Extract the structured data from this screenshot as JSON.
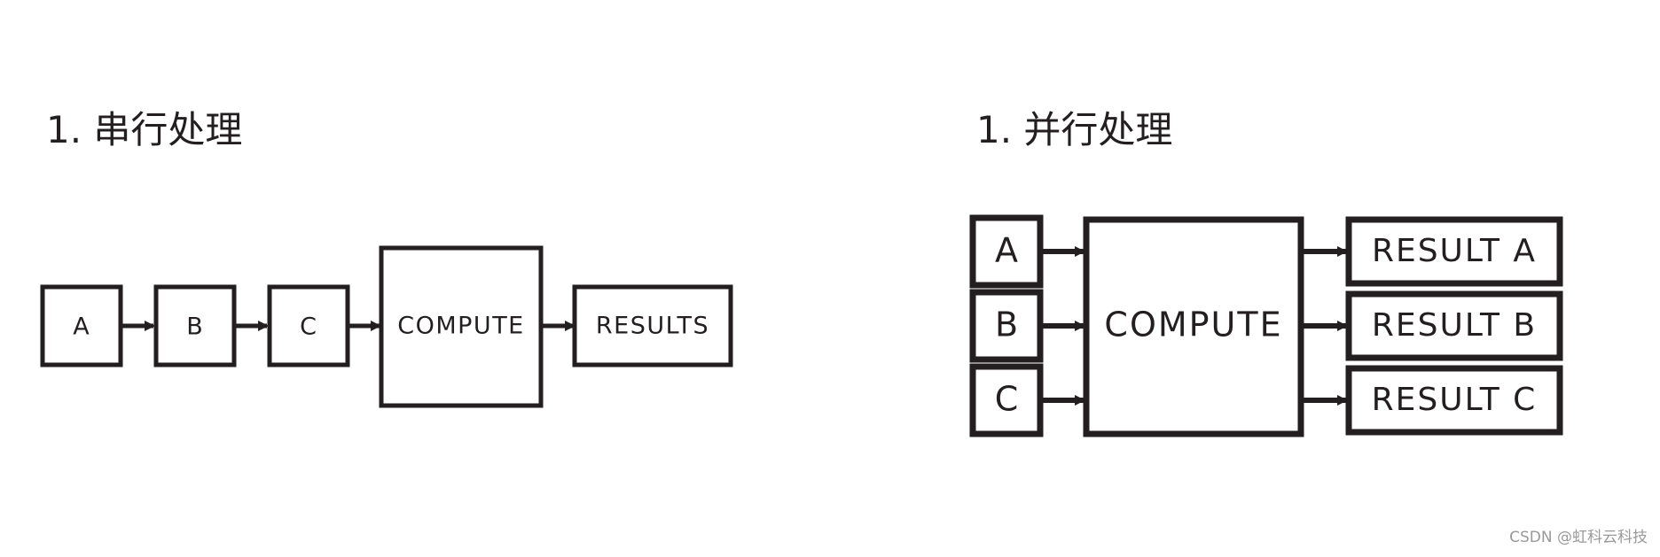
{
  "serial": {
    "heading": "1. 串行处理",
    "inputs": [
      "A",
      "B",
      "C"
    ],
    "compute": "COMPUTE",
    "output": "RESULTS"
  },
  "parallel": {
    "heading": "1. 并行处理",
    "inputs": [
      "A",
      "B",
      "C"
    ],
    "compute": "COMPUTE",
    "outputs": [
      "RESULT A",
      "RESULT B",
      "RESULT C"
    ]
  },
  "watermark": "CSDN @虹科云科技",
  "colors": {
    "stroke": "#231f20",
    "background": "#ffffff",
    "watermark": "#9a9a9a"
  }
}
